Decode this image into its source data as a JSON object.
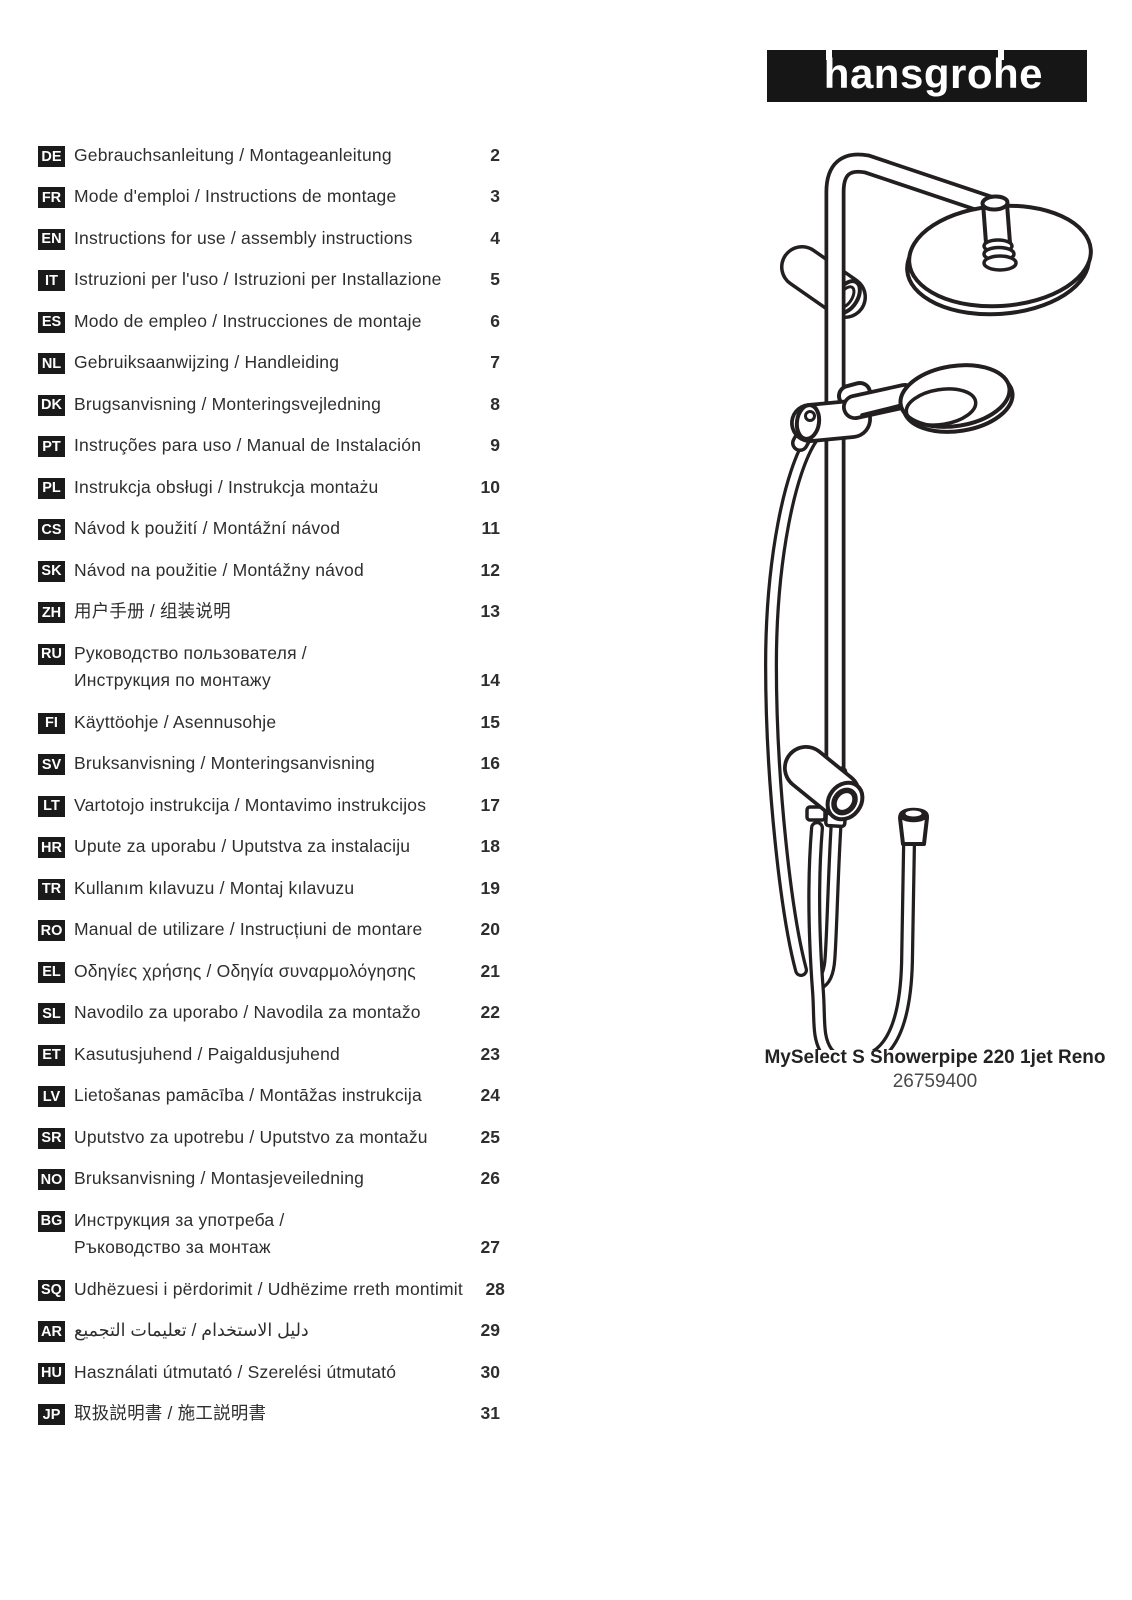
{
  "logo": {
    "brand": "hansgrohe"
  },
  "toc": {
    "rows": [
      {
        "code": "DE",
        "lines": [
          "Gebrauchsanleitung / Montageanleitung"
        ],
        "page": "2"
      },
      {
        "code": "FR",
        "lines": [
          "Mode d'emploi / Instructions de montage"
        ],
        "page": "3"
      },
      {
        "code": "EN",
        "lines": [
          "Instructions for use / assembly instructions"
        ],
        "page": "4"
      },
      {
        "code": "IT",
        "lines": [
          "Istruzioni per l'uso / Istruzioni per Installazione"
        ],
        "page": "5"
      },
      {
        "code": "ES",
        "lines": [
          "Modo de empleo / Instrucciones de montaje"
        ],
        "page": "6"
      },
      {
        "code": "NL",
        "lines": [
          "Gebruiksaanwijzing / Handleiding"
        ],
        "page": "7"
      },
      {
        "code": "DK",
        "lines": [
          "Brugsanvisning / Monteringsvejledning"
        ],
        "page": "8"
      },
      {
        "code": "PT",
        "lines": [
          "Instruções para uso / Manual de Instalación"
        ],
        "page": "9"
      },
      {
        "code": "PL",
        "lines": [
          "Instrukcja obsługi / Instrukcja montażu"
        ],
        "page": "10"
      },
      {
        "code": "CS",
        "lines": [
          "Návod k použití / Montážní návod"
        ],
        "page": "11"
      },
      {
        "code": "SK",
        "lines": [
          "Návod na použitie / Montážny návod"
        ],
        "page": "12"
      },
      {
        "code": "ZH",
        "lines": [
          "用户手册 / 组装说明"
        ],
        "page": "13"
      },
      {
        "code": "RU",
        "lines": [
          "Руководство пользователя /",
          "Инструкция по монтажу"
        ],
        "page": "14"
      },
      {
        "code": "FI",
        "lines": [
          "Käyttöohje / Asennusohje"
        ],
        "page": "15"
      },
      {
        "code": "SV",
        "lines": [
          "Bruksanvisning / Monteringsanvisning"
        ],
        "page": "16"
      },
      {
        "code": "LT",
        "lines": [
          "Vartotojo instrukcija / Montavimo instrukcijos"
        ],
        "page": "17"
      },
      {
        "code": "HR",
        "lines": [
          "Upute za uporabu / Uputstva za instalaciju"
        ],
        "page": "18"
      },
      {
        "code": "TR",
        "lines": [
          "Kullanım kılavuzu / Montaj kılavuzu"
        ],
        "page": "19"
      },
      {
        "code": "RO",
        "lines": [
          "Manual de utilizare / Instrucțiuni de montare"
        ],
        "page": "20"
      },
      {
        "code": "EL",
        "lines": [
          "Οδηγίες χρήσης / Οδηγία συναρμολόγησης"
        ],
        "page": "21"
      },
      {
        "code": "SL",
        "lines": [
          "Navodilo za uporabo / Navodila za montažo"
        ],
        "page": "22"
      },
      {
        "code": "ET",
        "lines": [
          "Kasutusjuhend / Paigaldusjuhend"
        ],
        "page": "23"
      },
      {
        "code": "LV",
        "lines": [
          "Lietošanas pamācība / Montāžas instrukcija"
        ],
        "page": "24"
      },
      {
        "code": "SR",
        "lines": [
          "Uputstvo za upotrebu / Uputstvo za montažu"
        ],
        "page": "25"
      },
      {
        "code": "NO",
        "lines": [
          "Bruksanvisning / Montasjeveiledning"
        ],
        "page": "26"
      },
      {
        "code": "BG",
        "lines": [
          "Инструкция за употреба /",
          "Ръководство за монтаж"
        ],
        "page": "27"
      },
      {
        "code": "SQ",
        "lines": [
          "Udhëzuesi i përdorimit / Udhëzime rreth montimit"
        ],
        "page": "28"
      },
      {
        "code": "AR",
        "lines": [
          "‫دليل الاستخدام‬ / ‫تعليمات التجميع‬"
        ],
        "page": "29"
      },
      {
        "code": "HU",
        "lines": [
          "Használati útmutató / Szerelési útmutató"
        ],
        "page": "30"
      },
      {
        "code": "JP",
        "lines": [
          "取扱説明書 / 施工説明書"
        ],
        "page": "31"
      }
    ]
  },
  "product": {
    "name": "MySelect S Showerpipe 220 1jet Reno",
    "sku": "26759400"
  },
  "drawing": {
    "description": "line drawing of shower pipe: overhead shower disc, wall bracket, hand shower in holder, shower hose"
  },
  "colors": {
    "logo_bg": "#161616",
    "badge_bg": "#1a1a1a",
    "text": "#2f2e2d",
    "line_art": "#231f20"
  }
}
